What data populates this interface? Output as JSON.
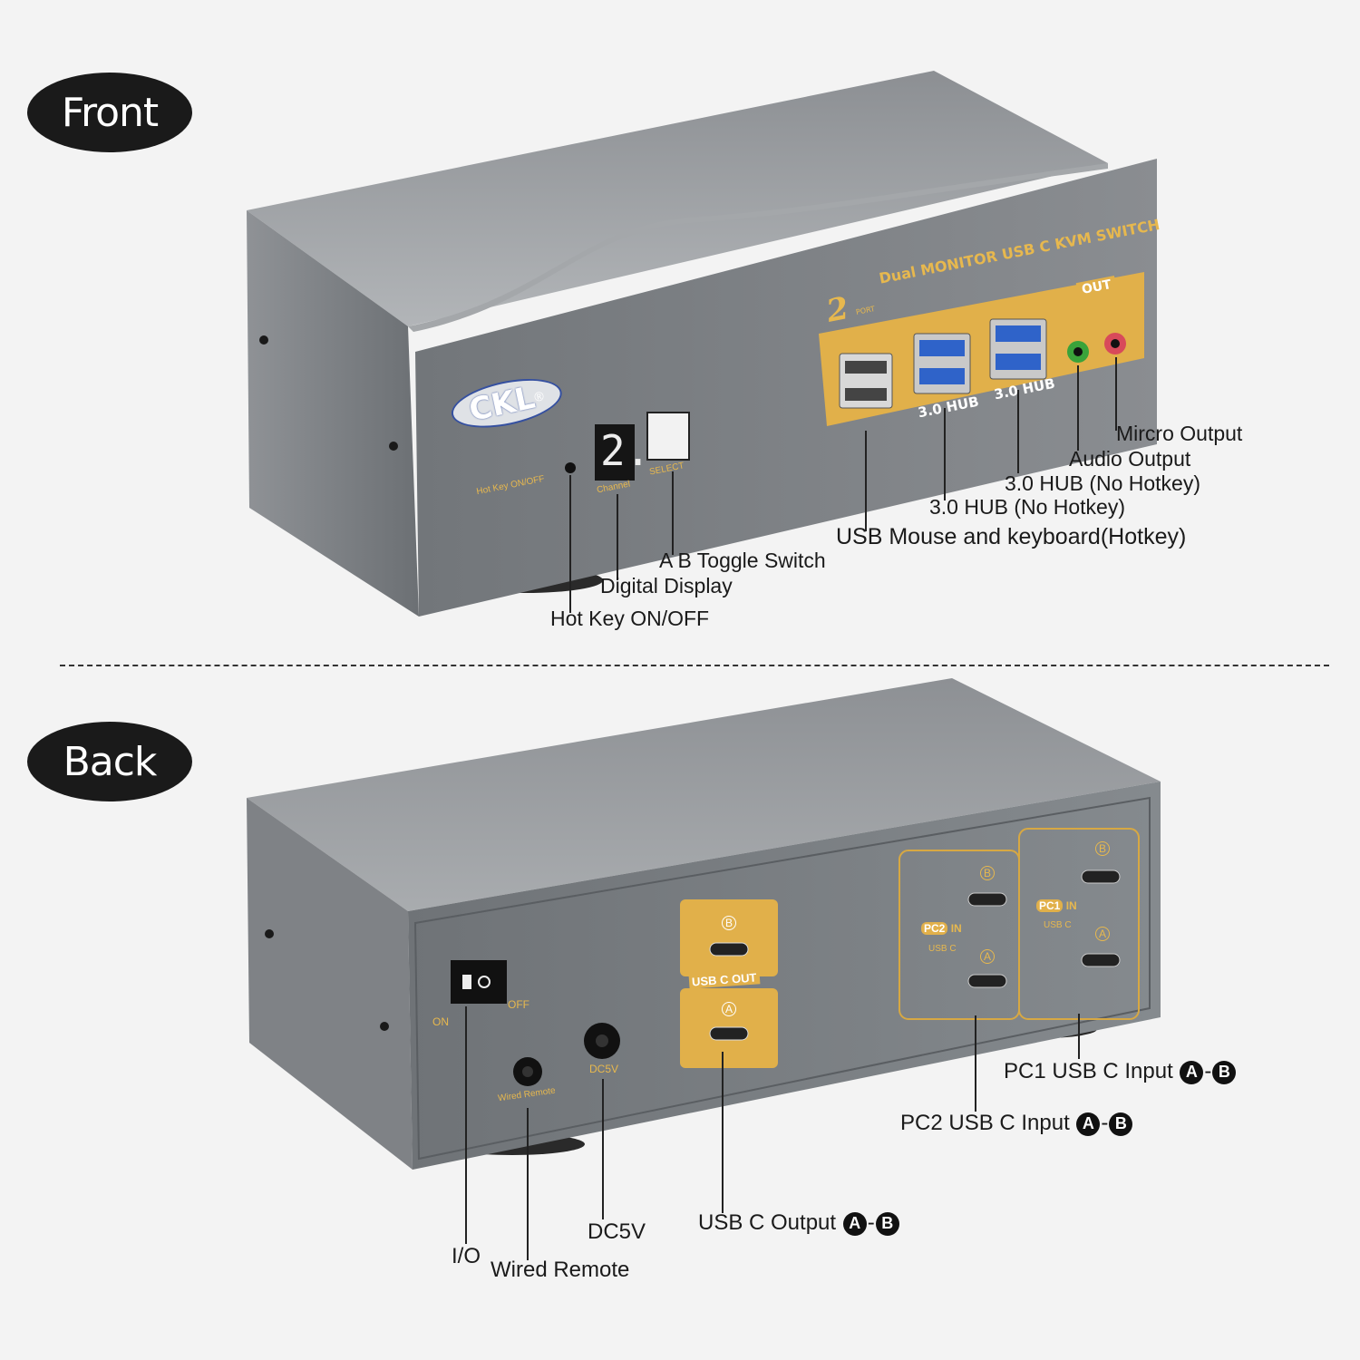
{
  "sections": {
    "front_label": "Front",
    "back_label": "Back"
  },
  "front": {
    "brand": "CKL",
    "brand_mark": "®",
    "product_title": "Dual MONITOR USB C KVM SWITCH",
    "port_count": "2",
    "port_word": "PORT",
    "out_badge": "OUT",
    "hub1_label": "3.0 HUB",
    "hub2_label": "3.0 HUB",
    "hotkey_panel_label": "Hot Key ON/OFF",
    "channel_label": "Channel",
    "select_label": "SELECT",
    "display_digit": "2.",
    "callouts": {
      "micro_output": "Mircro Output",
      "audio_output": "Audio Output",
      "hub_a": "3.0 HUB (No Hotkey)",
      "hub_b": "3.0 HUB (No Hotkey)",
      "usb_mouse_kb": "USB Mouse and keyboard(Hotkey)",
      "toggle": "A B Toggle Switch",
      "digital_display": "Digital Display",
      "hotkey": "Hot Key ON/OFF"
    }
  },
  "back": {
    "on_label": "ON",
    "off_label": "OFF",
    "wired_remote_label": "Wired Remote",
    "dc_label": "DC5V",
    "usb_c_out_label": "USB C OUT",
    "port_a": "A",
    "port_b": "B",
    "pc1": "PC1",
    "pc2": "PC2",
    "in_word": "IN",
    "usb_c_word": "USB C",
    "callouts": {
      "pc1_input": "PC1 USB C Input",
      "pc2_input": "PC2 USB C Input",
      "usb_c_output": "USB C Output",
      "dc5v": "DC5V",
      "io": "I/O",
      "wired_remote": "Wired Remote",
      "range_a": "A",
      "range_sep": "-",
      "range_b": "B"
    }
  },
  "colors": {
    "background": "#f3f3f3",
    "metal": "#7e8185",
    "panel_gold": "#e1b04a",
    "label_text": "#1a1a1a"
  }
}
